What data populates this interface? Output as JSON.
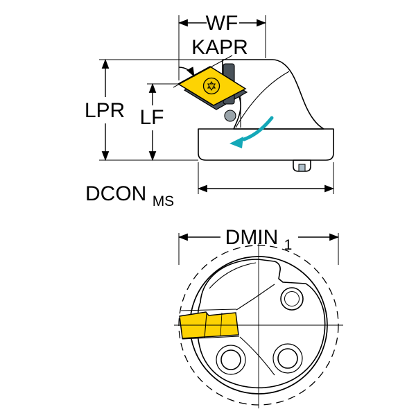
{
  "drawing": {
    "labels": {
      "wf": "WF",
      "kapr": "KAPR",
      "lpr": "LPR",
      "lf": "LF",
      "dcon": "DCON",
      "dcon_sub": "MS",
      "dmin": "DMIN",
      "dmin_sub": "1"
    },
    "colors": {
      "body": "#c9d9e3",
      "body_shade": "#aebfca",
      "pocket_dark": "#49525a",
      "insert": "#fdd303",
      "outline": "#000000",
      "coolant_arrow": "#14a8b8",
      "background": "#ffffff"
    }
  }
}
